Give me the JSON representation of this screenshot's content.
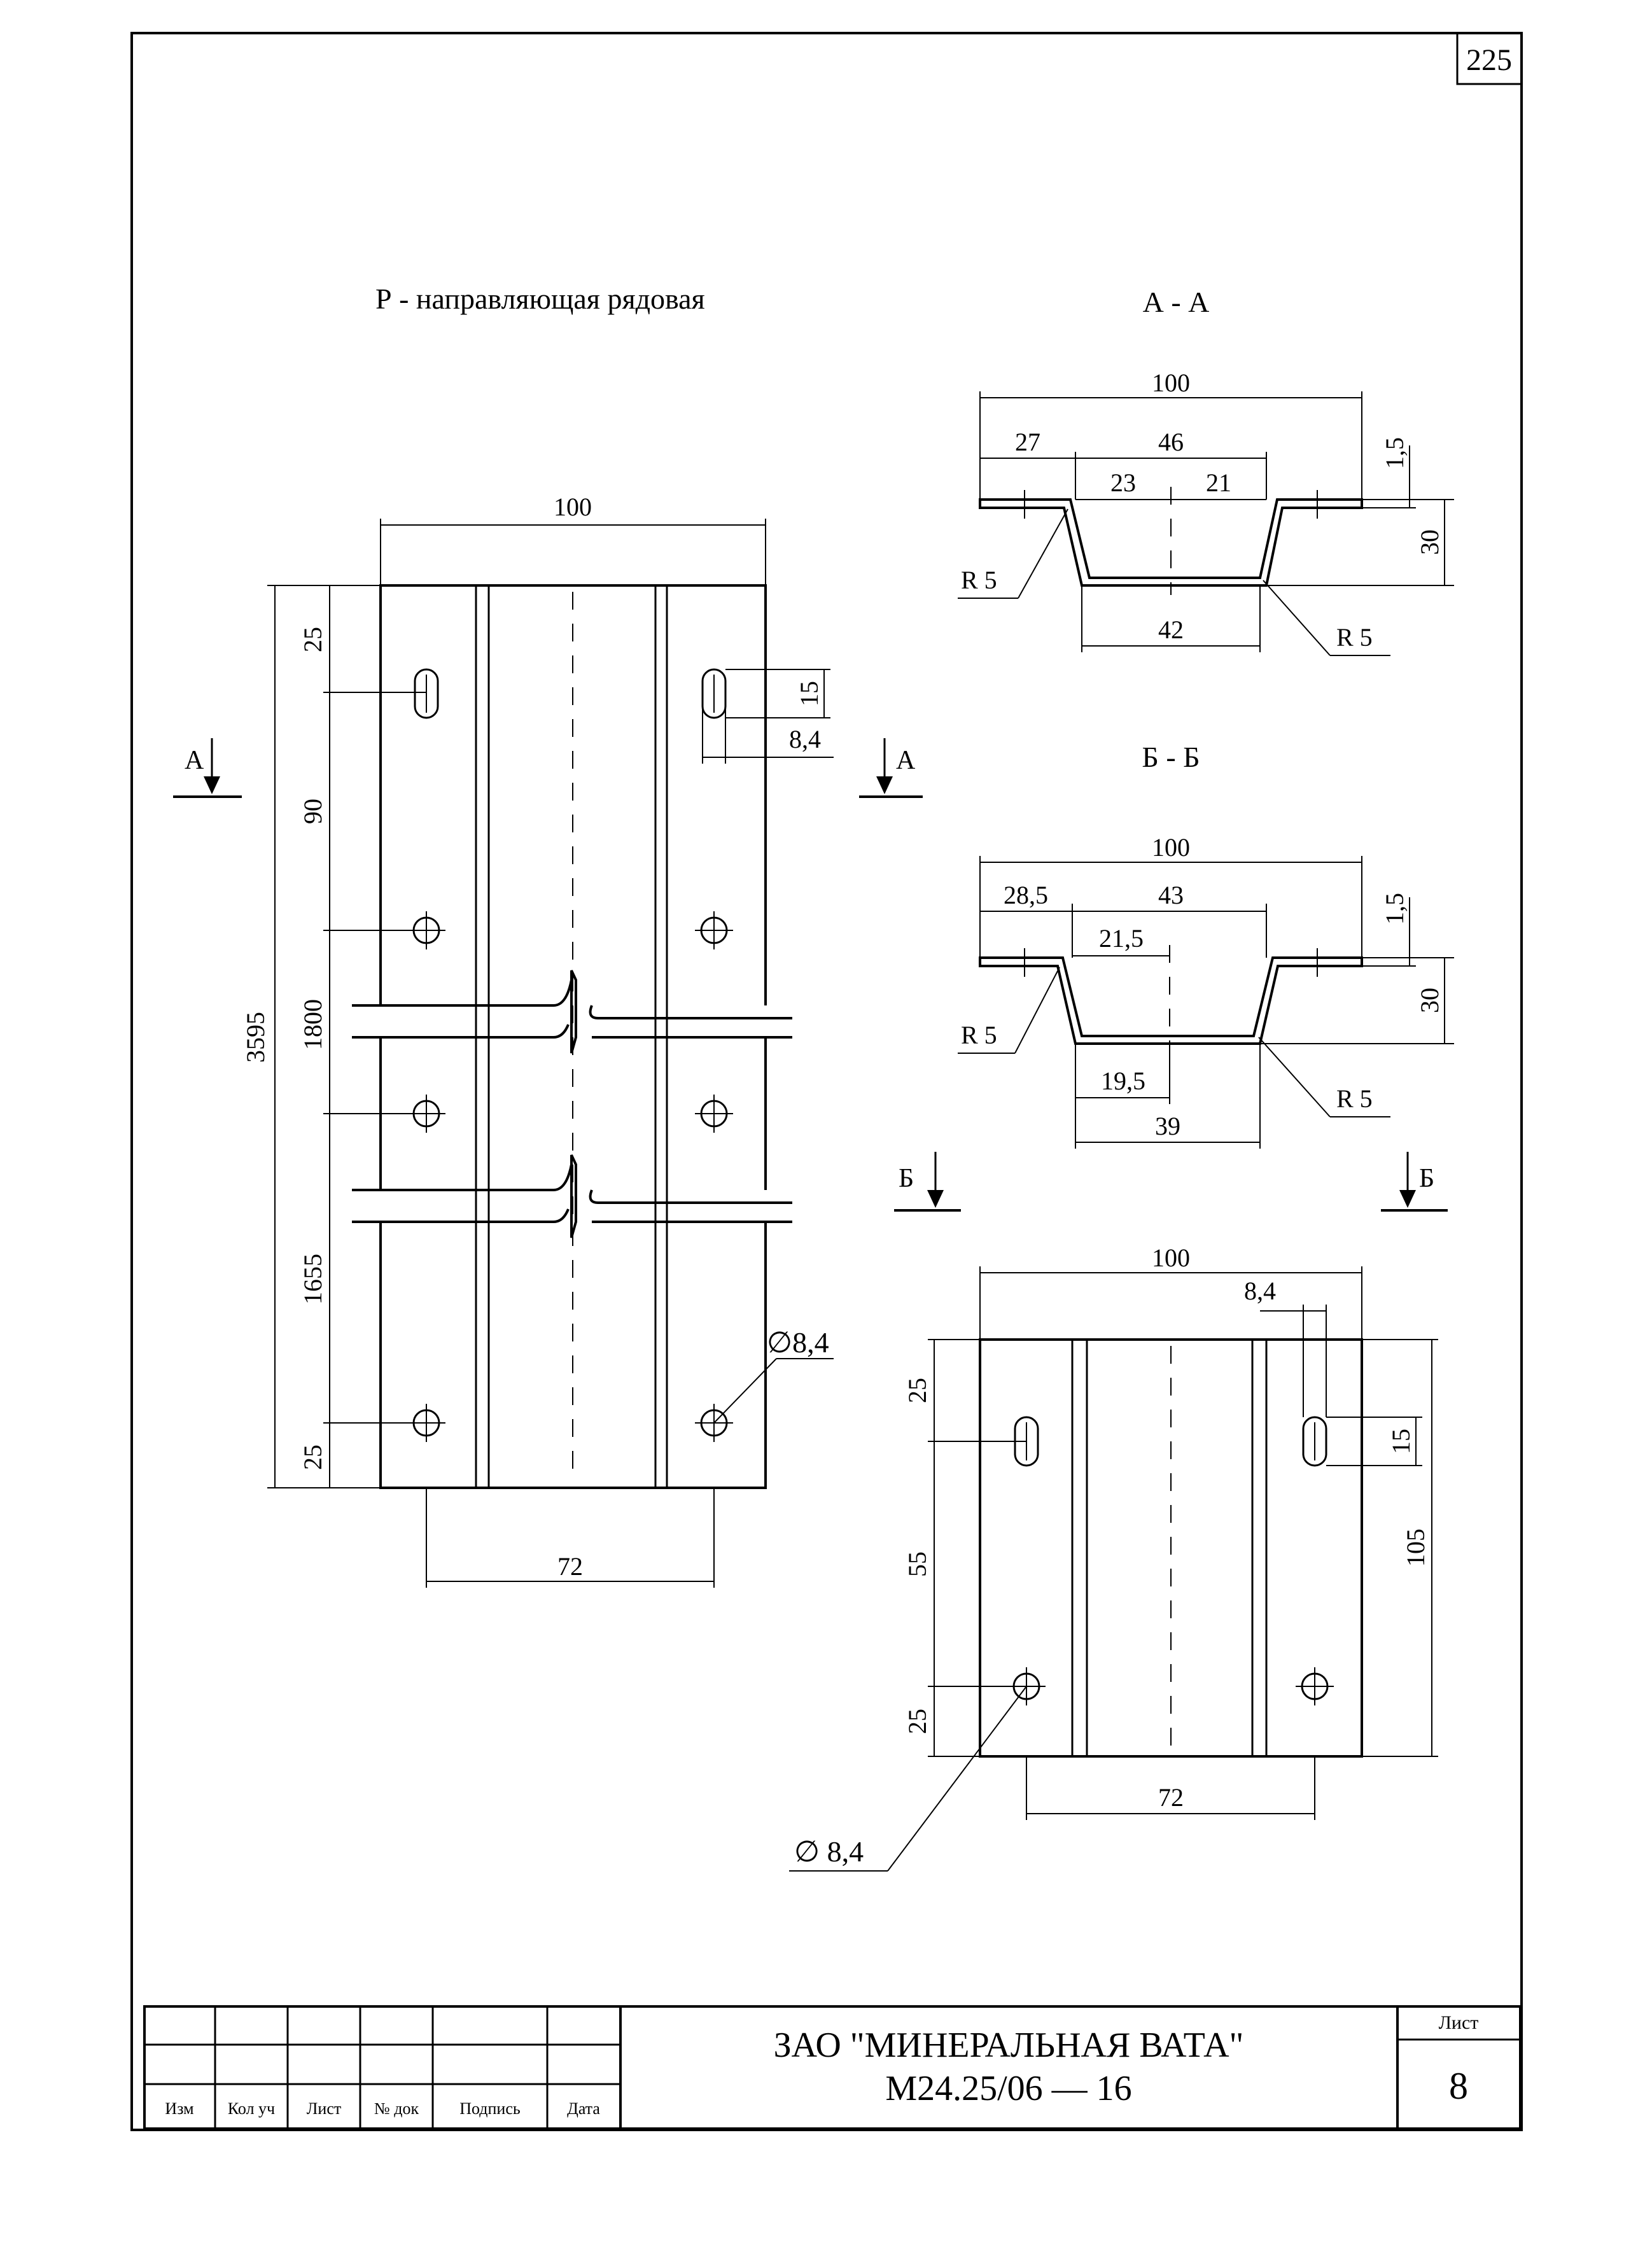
{
  "sheet": {
    "page_number": "225",
    "company": "ЗАО \"МИНЕРАЛЬНАЯ ВАТА\"",
    "doc_code": "М24.25/06 — 16",
    "sheet_label": "Лист",
    "sheet_number": "8",
    "stamp_headers": [
      "Изм",
      "Кол уч",
      "Лист",
      "№ док",
      "Подпись",
      "Дата"
    ]
  },
  "main_view": {
    "title": "Р - направляющая рядовая",
    "width": "100",
    "total_length": "3595",
    "segments": [
      "25",
      "90",
      "1800",
      "1655",
      "25"
    ],
    "hole_spacing": "72",
    "slot_length": "15",
    "slot_width": "8,4",
    "hole_diameter": "∅8,4",
    "section_a_left": "А",
    "section_a_right": "А"
  },
  "section_aa": {
    "title": "А - А",
    "width": "100",
    "left_flange": "27",
    "channel_top": "46",
    "half_left": "23",
    "half_right": "21",
    "bottom": "42",
    "thickness": "1,5",
    "depth": "30",
    "radius_left": "R 5",
    "radius_right": "R 5"
  },
  "section_bb": {
    "title": "Б - Б",
    "width": "100",
    "left_flange": "28,5",
    "channel_top": "43",
    "half_top": "21,5",
    "half_bottom": "19,5",
    "bottom": "39",
    "thickness": "1,5",
    "depth": "30",
    "radius_left": "R 5",
    "radius_right": "R 5",
    "section_b_left": "Б",
    "section_b_right": "Б"
  },
  "small_view": {
    "width": "100",
    "slot_width": "8,4",
    "slot_length": "15",
    "total_length": "105",
    "seg_top": "25",
    "seg_mid": "55",
    "seg_bottom": "25",
    "hole_spacing": "72",
    "hole_diameter": "∅ 8,4"
  }
}
